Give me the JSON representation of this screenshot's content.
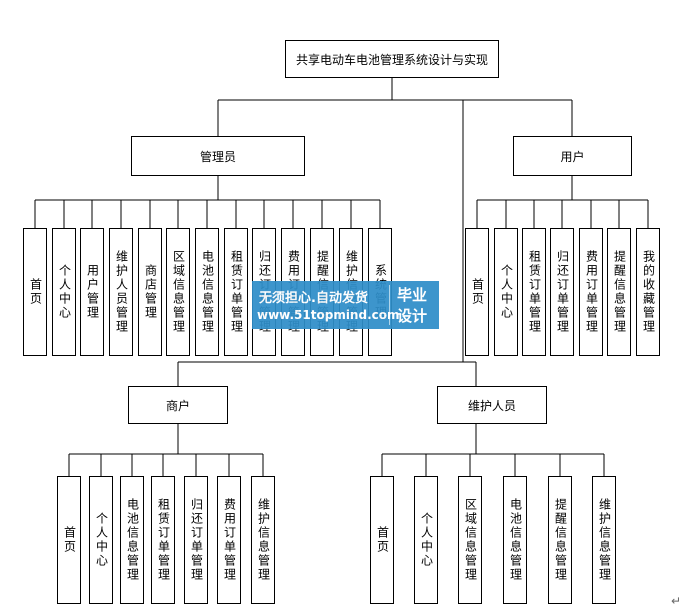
{
  "root": {
    "label": "共享电动车电池管理系统设计与实现"
  },
  "roles": {
    "admin": {
      "label": "管理员",
      "items": [
        "首页",
        "个人中心",
        "用户管理",
        "维护人员管理",
        "商店管理",
        "区域信息管理",
        "电池信息管理",
        "租赁订单管理",
        "归还订单管理",
        "费用订单管理",
        "提醒信息管理",
        "维护信息管理",
        "系统管理"
      ]
    },
    "user": {
      "label": "用户",
      "items": [
        "首页",
        "个人中心",
        "租赁订单管理",
        "归还订单管理",
        "费用订单管理",
        "提醒信息管理",
        "我的收藏管理"
      ]
    },
    "merchant": {
      "label": "商户",
      "items": [
        "首页",
        "个人中心",
        "电池信息管理",
        "租赁订单管理",
        "归还订单管理",
        "费用订单管理",
        "维护信息管理"
      ]
    },
    "maintainer": {
      "label": "维护人员",
      "items": [
        "首页",
        "个人中心",
        "区域信息管理",
        "电池信息管理",
        "提醒信息管理",
        "维护信息管理"
      ]
    }
  },
  "watermark": {
    "line1": "无须担心.自动发货",
    "line2": "www.51topmind.com",
    "badge1": "毕业",
    "badge2": "设计"
  },
  "return_mark": "↵"
}
